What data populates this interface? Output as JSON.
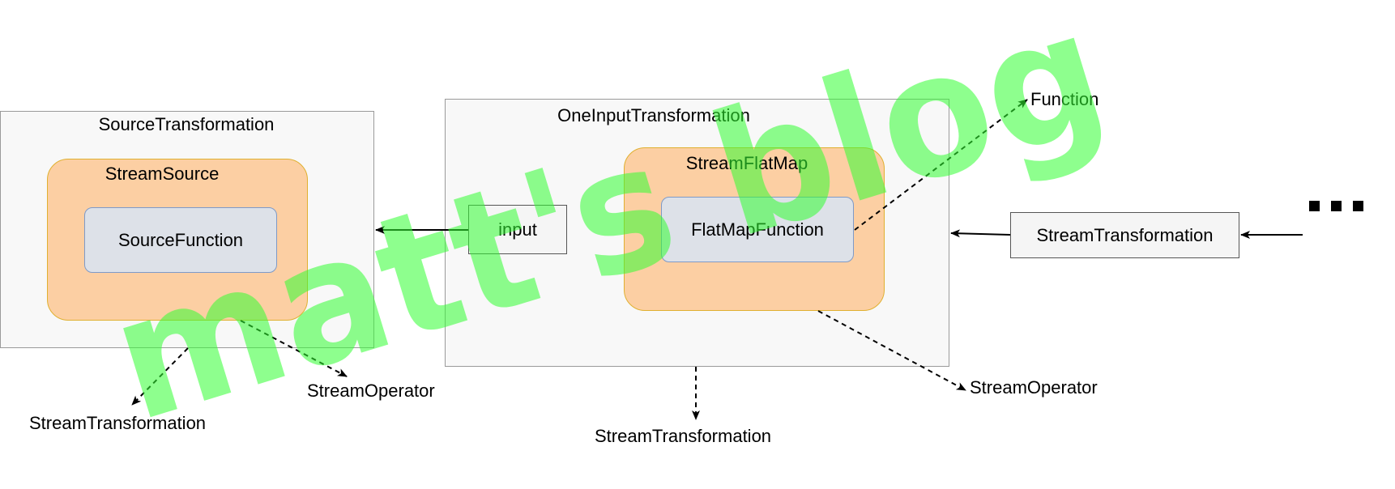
{
  "source_transformation": {
    "title": "SourceTransformation",
    "operator": "StreamSource",
    "function": "SourceFunction",
    "parent_label": "StreamTransformation",
    "operator_parent_label": "StreamOperator"
  },
  "one_input_transformation": {
    "title": "OneInputTransformation",
    "input_label": "input",
    "operator": "StreamFlatMap",
    "function": "FlatMapFunction",
    "parent_label": "StreamTransformation",
    "operator_parent_label": "StreamOperator",
    "function_parent_label": "Function"
  },
  "upstream": {
    "label": "StreamTransformation"
  },
  "watermark": {
    "text": "matt's blog",
    "color": "#33ff33"
  },
  "colors": {
    "outer_fill": "#f8f8f8",
    "operator_fill": "#fccfa3",
    "function_fill": "#dde1e8"
  }
}
